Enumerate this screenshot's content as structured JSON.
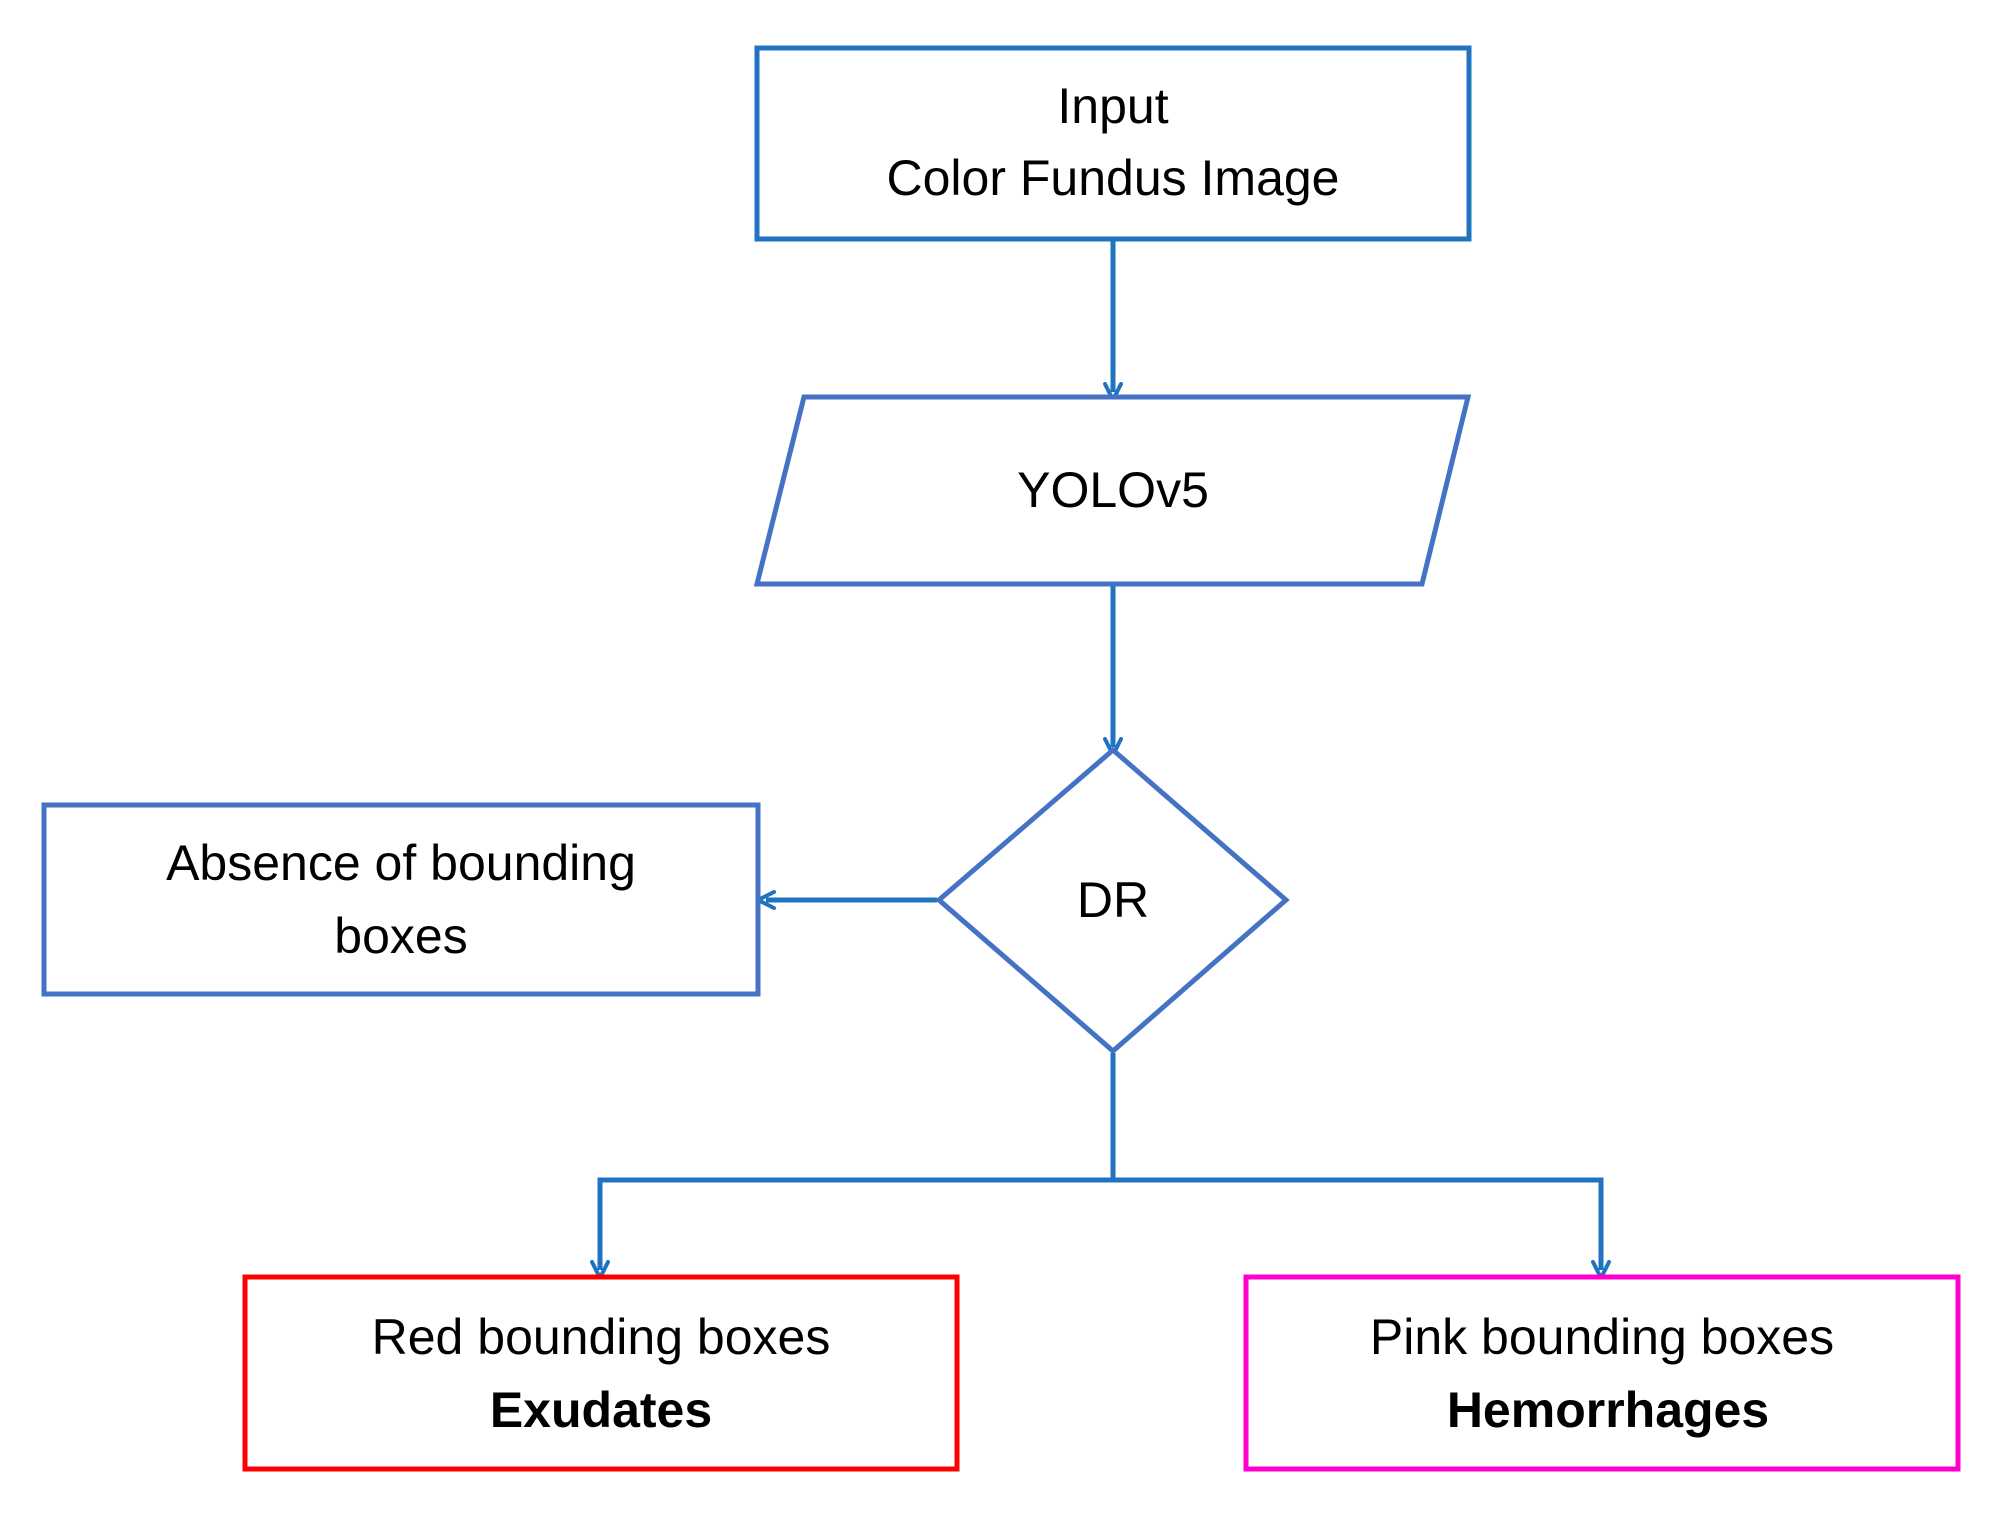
{
  "colors": {
    "box_stroke": "#4472C4",
    "arrow": "#1F73C1",
    "exudates_stroke": "#FF0000",
    "hemorrhages_stroke": "#FF00CC",
    "text": "#000000",
    "background": "#FFFFFF"
  },
  "nodes": {
    "input": {
      "line1": "Input",
      "line2": "Color Fundus Image"
    },
    "model": {
      "label": "YOLOv5"
    },
    "decision": {
      "label": "DR"
    },
    "absence": {
      "line1": "Absence of bounding",
      "line2": "boxes"
    },
    "exudates": {
      "line1": "Red bounding boxes",
      "line2": "Exudates"
    },
    "hemorrhages": {
      "line1": "Pink bounding boxes",
      "line2": "Hemorrhages"
    }
  }
}
